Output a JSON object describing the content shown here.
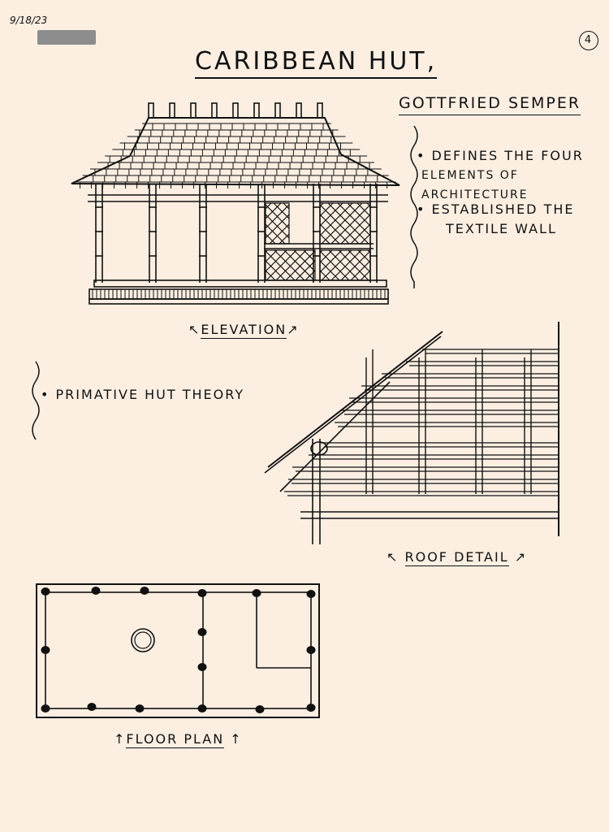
{
  "header": {
    "date": "9/18/23",
    "page_number": "4"
  },
  "title": "CARIBBEAN HUT,",
  "author": "GOTTFRIED SEMPER",
  "notes": {
    "right": [
      "• DEFINES THE FOUR",
      "ELEMENTS OF ARCHITECTURE",
      "• ESTABLISHED THE",
      "TEXTILE WALL"
    ],
    "left": "• PRIMATIVE HUT THEORY"
  },
  "captions": {
    "elevation": "ELEVATION",
    "roof_detail": "ROOF DETAIL",
    "floor_plan": "FLOOR PLAN"
  },
  "colors": {
    "paper": "#fcefe2",
    "ink": "#111111",
    "redaction": "#8c8c8c"
  }
}
